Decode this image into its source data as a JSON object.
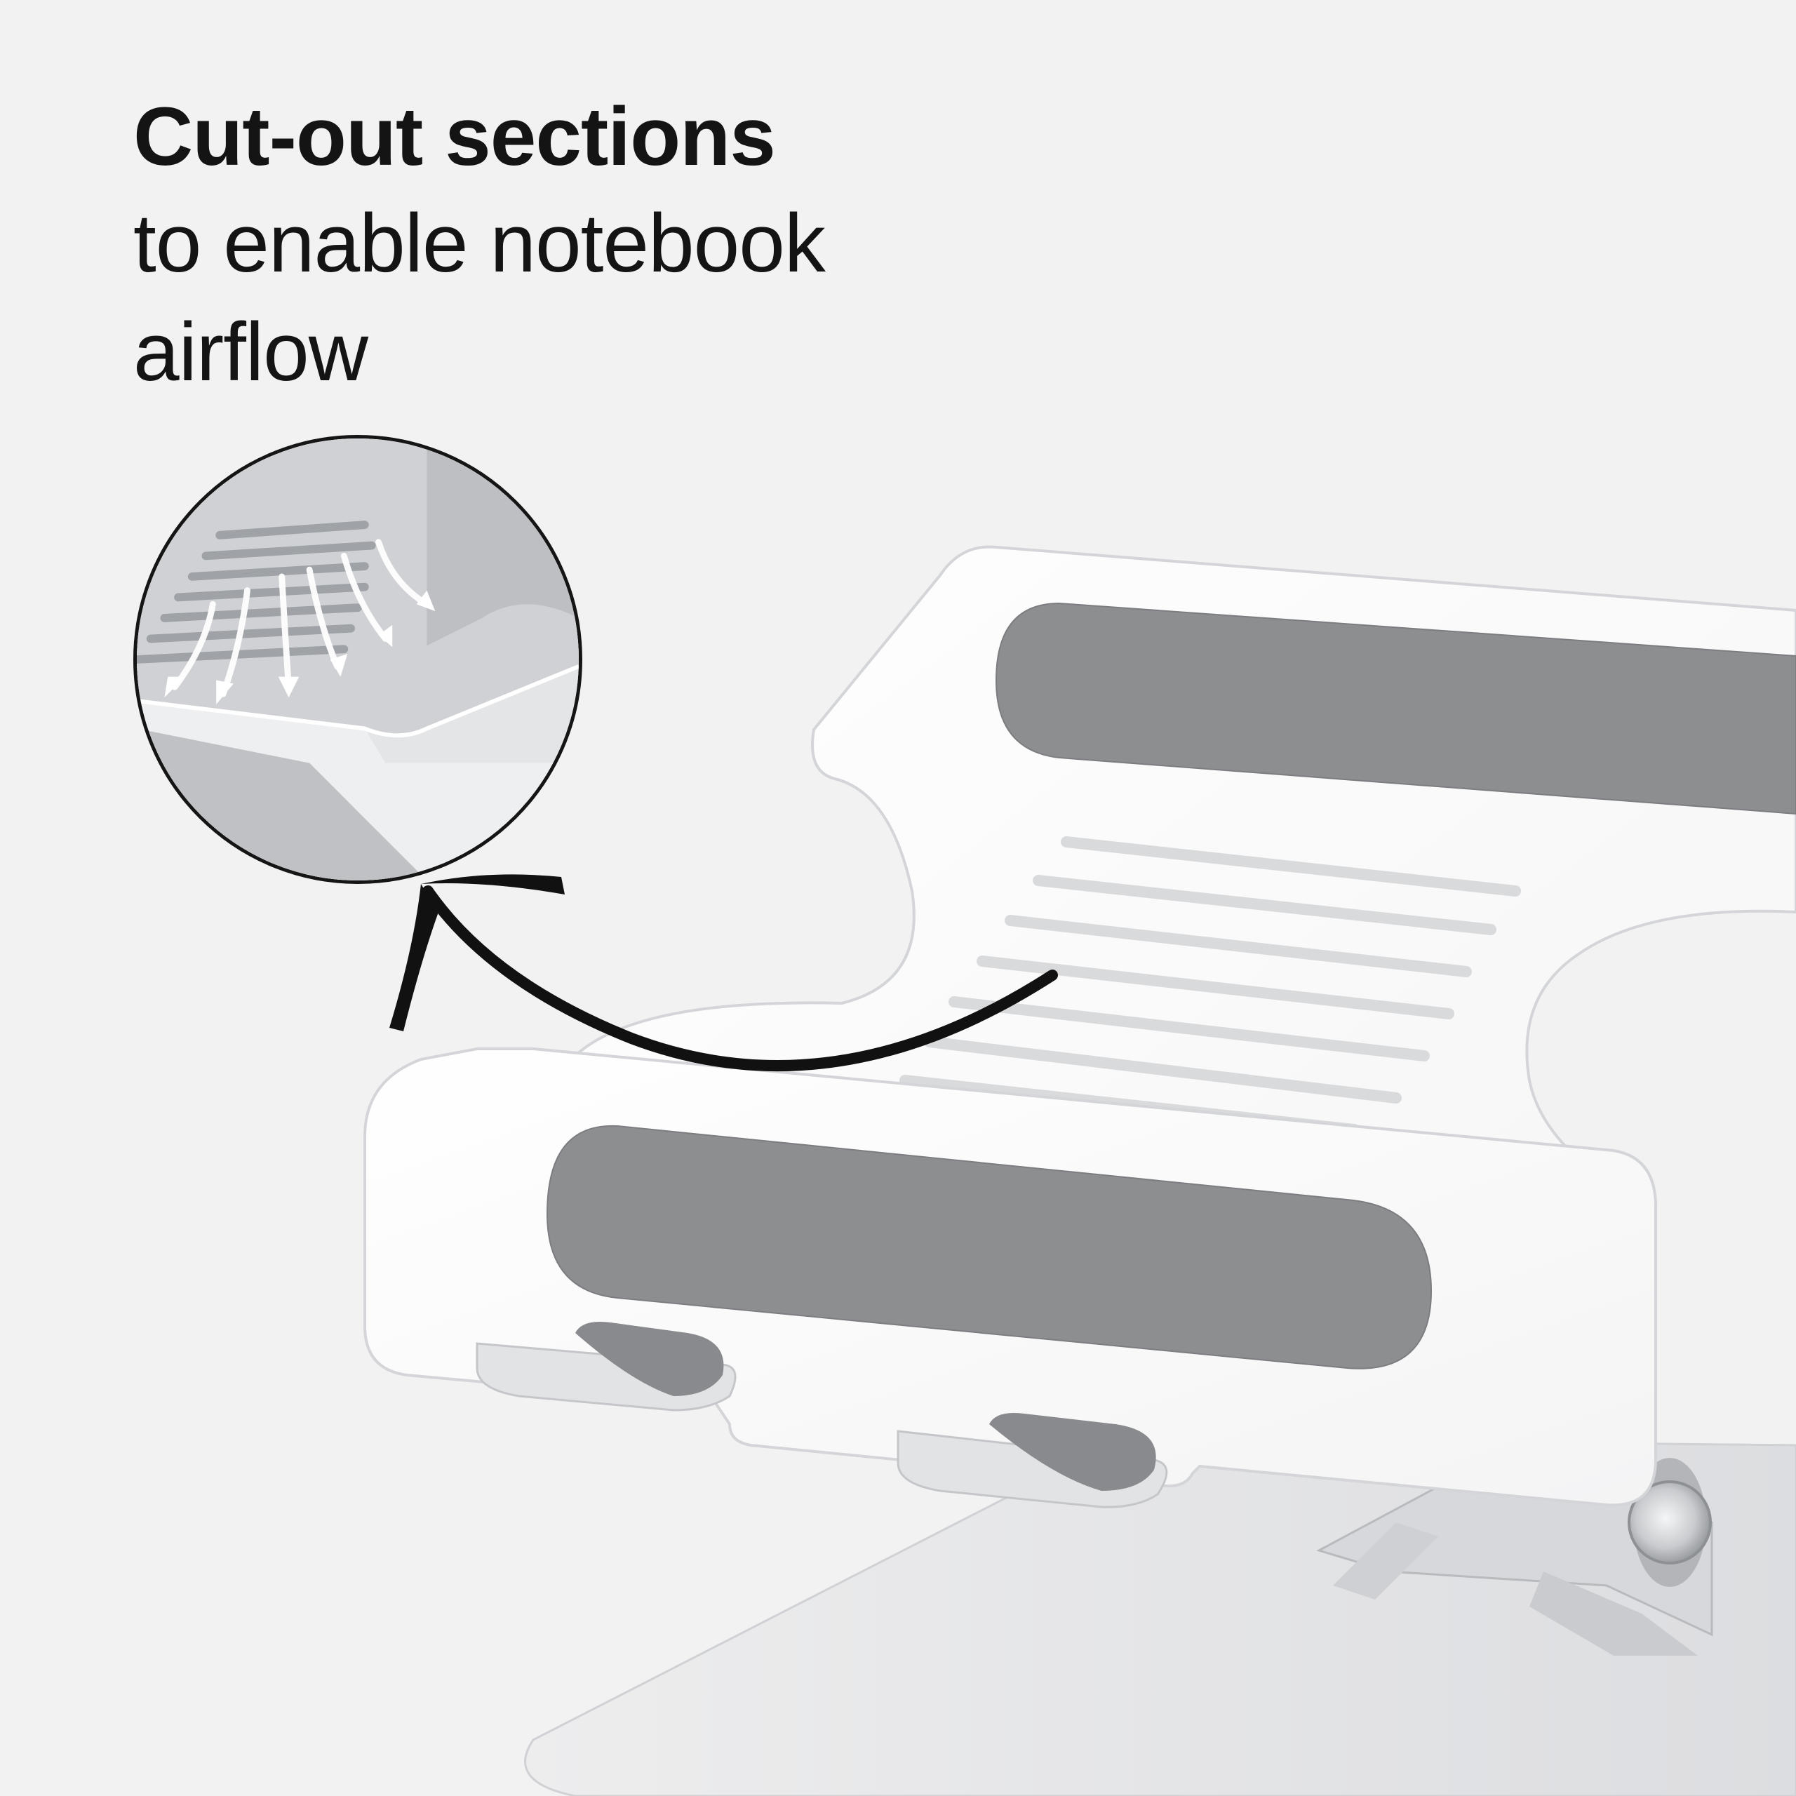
{
  "headline": {
    "bold": "Cut-out sections",
    "line2": "to enable notebook",
    "line3": "airflow"
  },
  "colors": {
    "background": "#f2f2f2",
    "plate": "#ffffff",
    "pad": "#8c8d8f",
    "text": "#141414",
    "arrow": "#111111"
  },
  "icons": {
    "zoom": "airflow-detail-magnifier",
    "arrow": "curved-pointer-arrow",
    "knob": "adjustment-knob"
  }
}
